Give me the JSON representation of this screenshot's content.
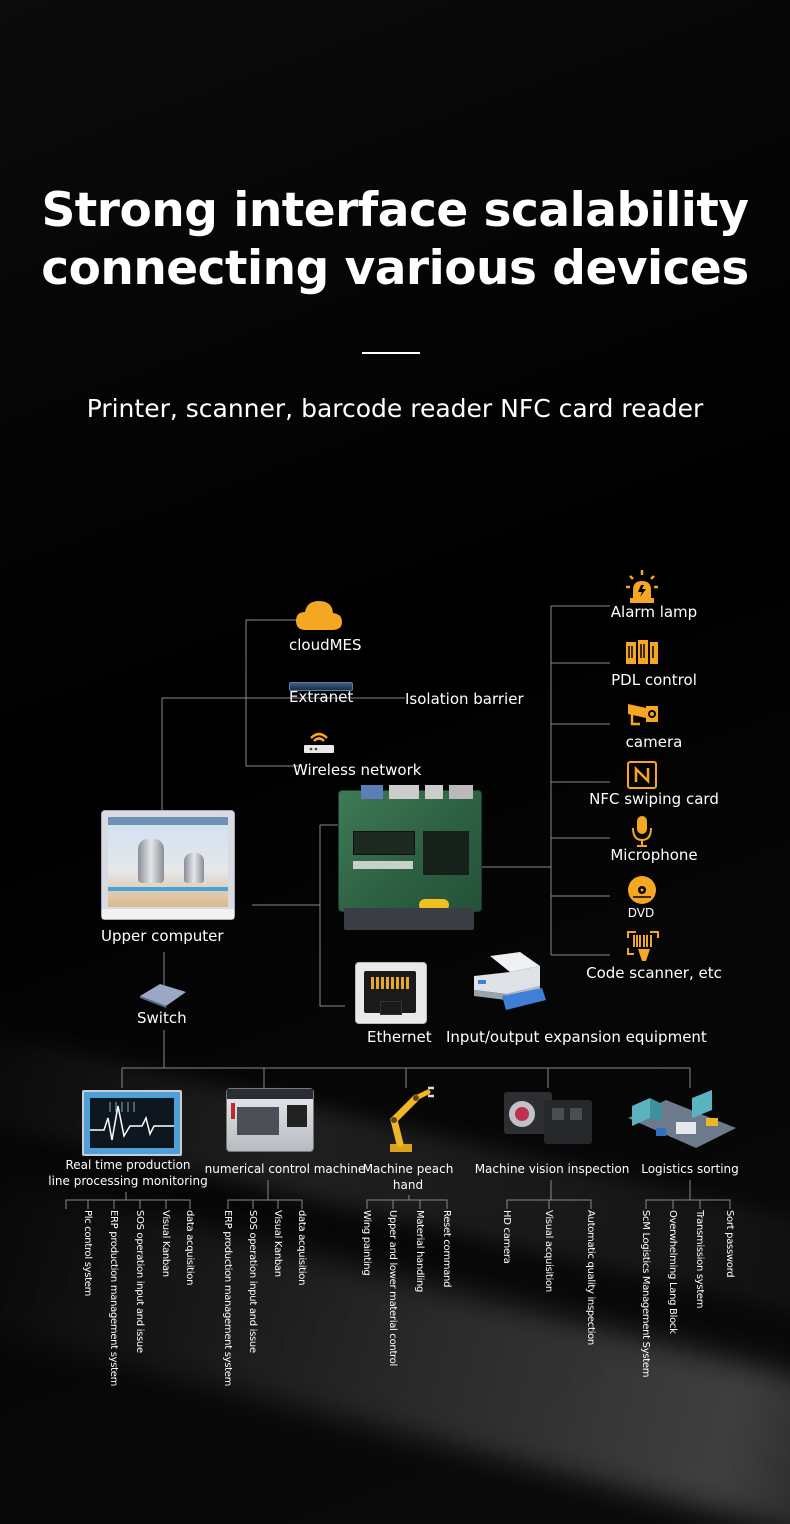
{
  "header": {
    "title_line1": "Strong interface scalability",
    "title_line2": "connecting various devices",
    "subtitle": "Printer, scanner, barcode reader NFC card reader"
  },
  "network": {
    "cloud": "cloudMES",
    "extranet": "Extranet",
    "isolation": "Isolation barrier",
    "wireless": "Wireless network",
    "upper_computer": "Upper computer",
    "switch": "Switch",
    "ethernet": "Ethernet",
    "io_expansion": "Input/output expansion equipment"
  },
  "peripherals": [
    "Alarm lamp",
    "PDL control",
    "camera",
    "NFC swiping card",
    "Microphone",
    "DVD",
    "Code scanner, etc"
  ],
  "branches": [
    {
      "label_line1": "Real time production",
      "label_line2": "line processing monitoring",
      "items": [
        "Plc control system",
        "ERP production management system",
        "SOS operation input and issue",
        "Visual Kanban",
        "data acquisition"
      ]
    },
    {
      "label_line1": "numerical control machine",
      "label_line2": "",
      "items": [
        "ERP production management system",
        "SOS operation input and issue",
        "Visual Kanban",
        "data acquisition"
      ]
    },
    {
      "label_line1": "Machine peach",
      "label_line2": "hand",
      "items": [
        "Wing painting",
        "Upper and lower material control",
        "Material handling",
        "Reset command"
      ]
    },
    {
      "label_line1": "Machine vision inspection",
      "label_line2": "",
      "items": [
        "HD camera",
        "Visual acquisition",
        "Automatic quality inspection"
      ]
    },
    {
      "label_line1": "Logistics sorting",
      "label_line2": "",
      "items": [
        "ScM Logistics Management System",
        "Overwhelming Lang Block",
        "Transmission system",
        "Sort password"
      ]
    }
  ],
  "colors": {
    "accent_orange": "#f5a623",
    "line": "#7f8a96",
    "background": "#000000"
  },
  "icons": [
    "cloud-icon",
    "router-icon",
    "alarm-lamp-icon",
    "pdl-icon",
    "camera-icon",
    "nfc-icon",
    "microphone-icon",
    "dvd-icon",
    "scanner-icon",
    "ethernet-port-icon",
    "printer-icon",
    "switch-icon"
  ]
}
